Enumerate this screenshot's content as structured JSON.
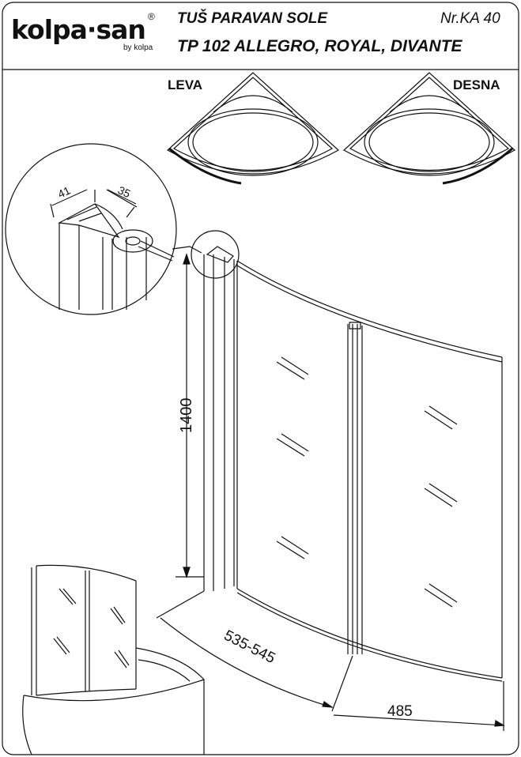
{
  "header": {
    "brand": "kolpa·san",
    "registered_mark": "®",
    "brand_sub": "by kolpa",
    "title_line1": "TUŠ PARAVAN SOLE",
    "title_line2": "TP 102 ALLEGRO, ROYAL,  DIVANTE",
    "catalog_number": "Nr.KA 40"
  },
  "drawing": {
    "left_label": "LEVA",
    "right_label": "DESNA",
    "profile_width": "41",
    "profile_depth": "35",
    "height_dimension": "1400",
    "first_panel_width": "535-545",
    "second_panel_width": "485"
  }
}
